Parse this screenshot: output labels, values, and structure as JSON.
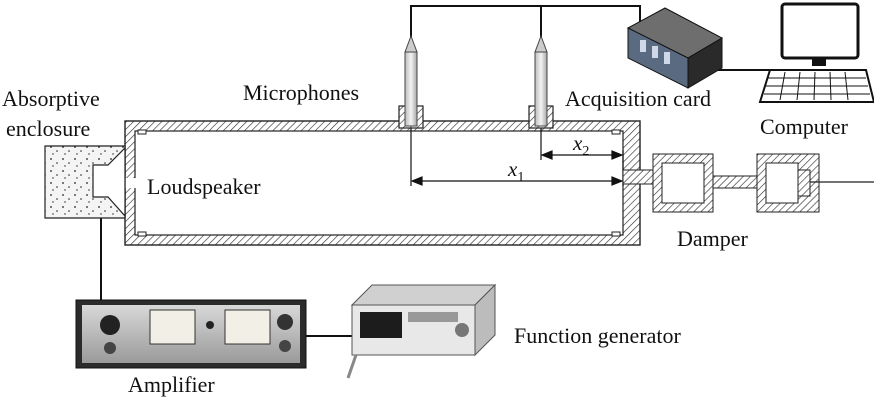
{
  "figure": {
    "type": "experimental-setup-schematic",
    "labels": {
      "absorptive_enclosure_line1": "Absorptive",
      "absorptive_enclosure_line2": "enclosure",
      "microphones": "Microphones",
      "acquisition_card": "Acquisition card",
      "computer": "Computer",
      "loudspeaker": "Loudspeaker",
      "damper": "Damper",
      "amplifier": "Amplifier",
      "function_generator": "Function generator"
    },
    "dimensions": {
      "x1": {
        "var": "x",
        "sub": "1"
      },
      "x2": {
        "var": "x",
        "sub": "2"
      }
    },
    "components": [
      "absorptive-enclosure",
      "loudspeaker",
      "impedance-tube",
      "microphone-1",
      "microphone-2",
      "acquisition-card",
      "computer",
      "damper",
      "amplifier",
      "function-generator"
    ]
  }
}
